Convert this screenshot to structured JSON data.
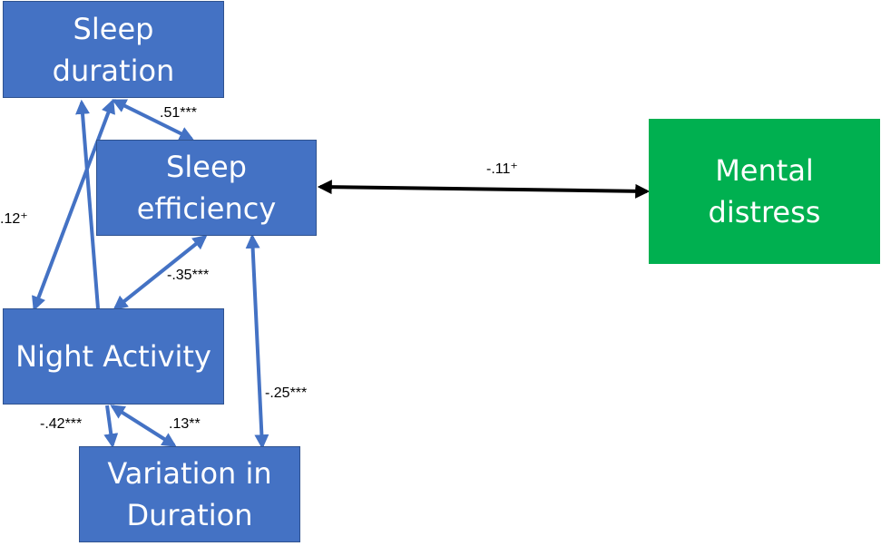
{
  "nodes": {
    "sleep_duration": {
      "lines": [
        "Sleep",
        "duration"
      ],
      "color": "#4472c4"
    },
    "sleep_efficiency": {
      "lines": [
        "Sleep",
        "efficiency"
      ],
      "color": "#4472c4"
    },
    "night_activity": {
      "lines": [
        "Night Activity"
      ],
      "color": "#4472c4"
    },
    "variation_duration": {
      "lines": [
        "Variation in",
        "Duration"
      ],
      "color": "#4472c4"
    },
    "mental_distress": {
      "lines": [
        "Mental",
        "distress"
      ],
      "color": "#00b050"
    }
  },
  "edges": {
    "duration_efficiency": {
      "from": "Sleep duration",
      "to": "Sleep efficiency",
      "label": ".51***"
    },
    "duration_night": {
      "from": "Sleep duration",
      "to": "Night Activity",
      "label": ".12⁺"
    },
    "efficiency_night": {
      "from": "Sleep efficiency",
      "to": "Night Activity",
      "label": "-.35***"
    },
    "efficiency_variation": {
      "from": "Sleep efficiency",
      "to": "Variation in Duration",
      "label": "-.25***"
    },
    "night_variation_a": {
      "from": "Night Activity",
      "to": "Variation in Duration",
      "label": "-.42***"
    },
    "night_variation_b": {
      "from": "Night Activity",
      "to": "Variation in Duration",
      "label": ".13**"
    },
    "efficiency_mental": {
      "from": "Sleep efficiency",
      "to": "Mental distress",
      "label": "-.11⁺"
    }
  },
  "colors": {
    "blue_box": "#4472c4",
    "blue_arrow": "#4472c4",
    "green_box": "#00b050",
    "black_arrow": "#000000"
  }
}
